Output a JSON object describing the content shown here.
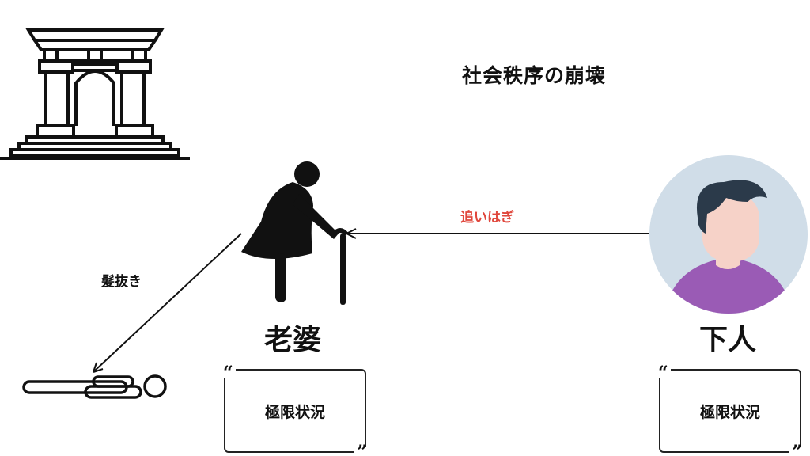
{
  "title": "社会秩序の崩壊",
  "characters": {
    "old_woman": {
      "label": "老婆",
      "quote": "極限状況"
    },
    "servant": {
      "label": "下人",
      "quote": "極限状況"
    }
  },
  "relations": {
    "robbery": {
      "label": "追いはぎ",
      "color": "#e0473c"
    },
    "hair_pulling": {
      "label": "髪抜き"
    }
  },
  "quote_marks": {
    "open": "“",
    "close": "”"
  },
  "colors": {
    "avatar_bg": "#d0dde8",
    "shirt": "#9a5bb5",
    "hair": "#2b3a4a",
    "skin": "#f6d2c8"
  }
}
